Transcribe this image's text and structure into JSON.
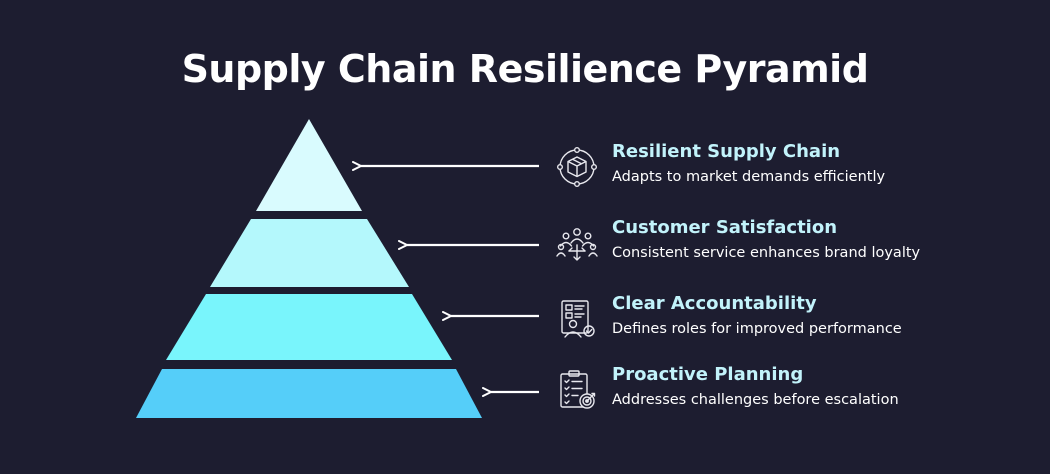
{
  "title": "Supply Chain Resilience Pyramid",
  "colors": {
    "background": "#1d1d30",
    "label": "#c2f3fb",
    "description": "#ffffff",
    "arrow": "#ffffff",
    "icon_stroke": "#e8e8ee"
  },
  "levels": [
    {
      "label": "Resilient Supply Chain",
      "description": "Adapts to market demands efficiently",
      "icon": "package-network-icon",
      "color": "#d9fbfe"
    },
    {
      "label": "Customer Satisfaction",
      "description": "Consistent service enhances brand loyalty",
      "icon": "customer-group-icon",
      "color": "#b4f8fc"
    },
    {
      "label": "Clear Accountability",
      "description": "Defines roles for improved performance",
      "icon": "clipboard-person-icon",
      "color": "#79f5fc"
    },
    {
      "label": "Proactive Planning",
      "description": "Addresses challenges before escalation",
      "icon": "checklist-target-icon",
      "color": "#55cef9"
    }
  ]
}
